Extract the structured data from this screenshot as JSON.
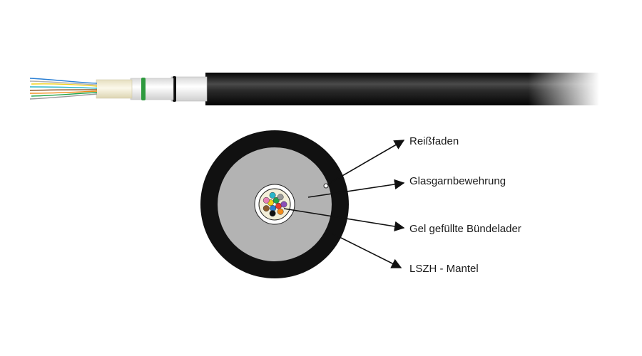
{
  "labels": {
    "ripcord": "Reißfaden",
    "armour": "Glasgarnbewehrung",
    "tube": "Gel gefüllte Bündelader",
    "jacket": "LSZH - Mantel"
  },
  "colors": {
    "jacket": "#111111",
    "armour": "#b3b3b3",
    "tube_wall": "#ffffff",
    "gel": "#f3efd9",
    "ring_green": "#2e9a3e",
    "fibers": [
      "#ffffff",
      "#e53a2b",
      "#2a7fd4",
      "#f2d21b",
      "#1fa34a",
      "#8b4fb8",
      "#f28c1b",
      "#111111",
      "#8b5a2b",
      "#e87fb4",
      "#29b6c9",
      "#9a9a9a"
    ]
  },
  "fiber_count": 12
}
